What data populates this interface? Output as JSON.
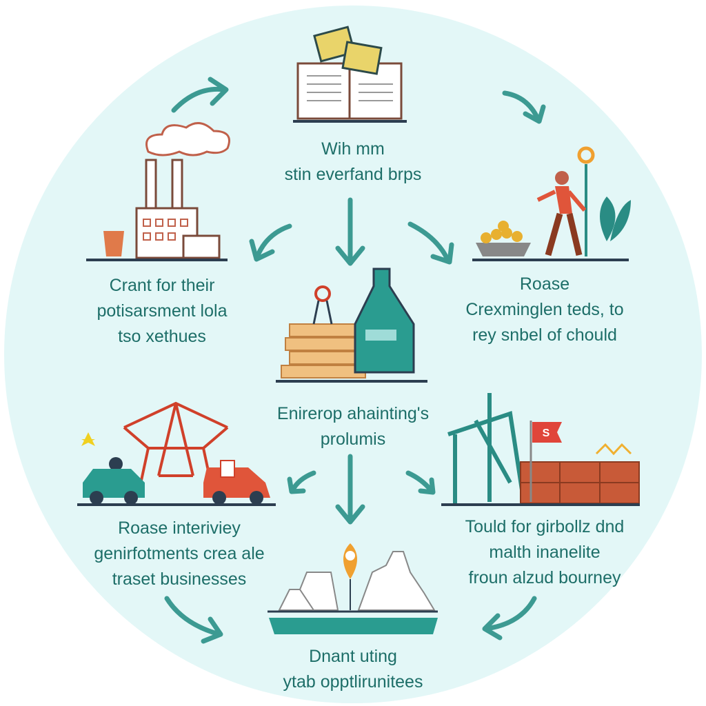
{
  "colors": {
    "background": "#e3f7f7",
    "text": "#1d6e68",
    "teal": "#2a8c84",
    "orange": "#e0653e",
    "yellow": "#e8c860",
    "navy": "#2c3e50"
  },
  "nodes": [
    {
      "id": "top",
      "icon": "book-icon",
      "lines": [
        "Wih mm",
        "stin everfand brps"
      ]
    },
    {
      "id": "upper-left",
      "icon": "factory-icon",
      "lines": [
        "Crant for their",
        "potisarsment lola",
        "tso xethues"
      ]
    },
    {
      "id": "upper-right",
      "icon": "person-harvest-icon",
      "lines": [
        "Roase",
        "Crexminglen teds, to",
        "rey snbel of chould"
      ]
    },
    {
      "id": "center",
      "icon": "bottle-crates-icon",
      "lines": [
        "Enirerop ahainting's",
        "prolumis"
      ]
    },
    {
      "id": "lower-left",
      "icon": "cars-crane-icon",
      "lines": [
        "Roase interiviey",
        "genirfotments crea ale",
        "traset businesses"
      ]
    },
    {
      "id": "lower-right",
      "icon": "oil-rig-icon",
      "flag_text": "S",
      "lines": [
        "Tould for girbollz dnd",
        "malth inanelite",
        "froun alzud bourney"
      ]
    },
    {
      "id": "bottom",
      "icon": "city-location-icon",
      "lines": [
        "Dnant uting",
        "ytab opptlirunitees"
      ]
    }
  ]
}
